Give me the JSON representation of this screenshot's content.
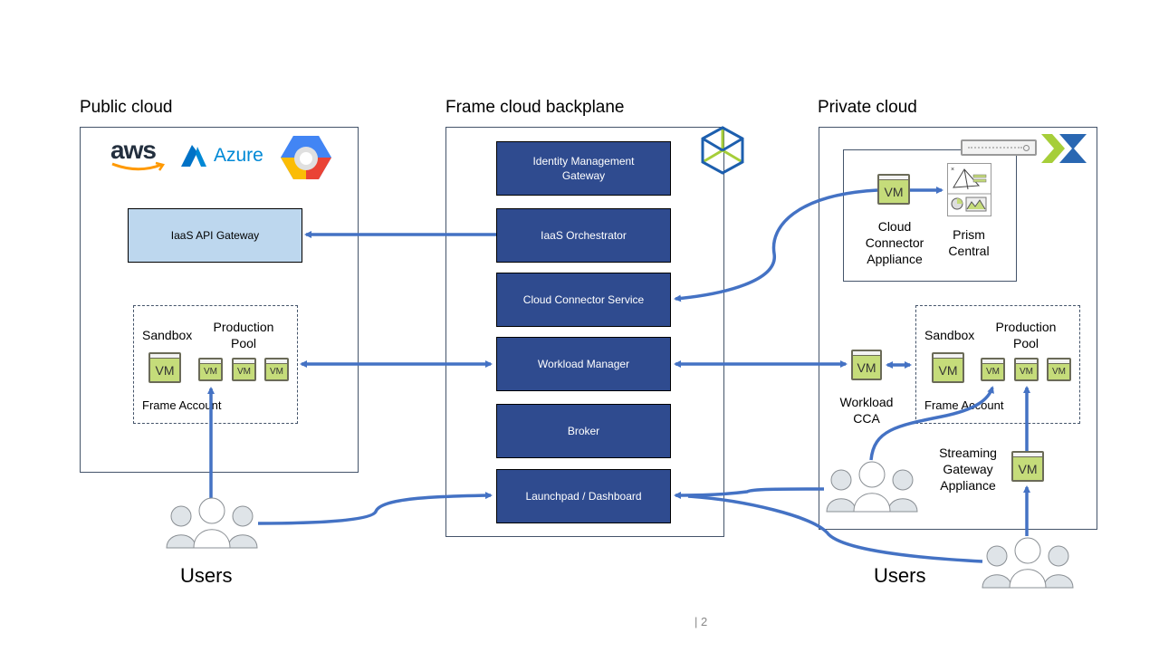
{
  "sections": {
    "public": "Public cloud",
    "backplane": "Frame cloud backplane",
    "private": "Private cloud"
  },
  "public_cloud": {
    "logos": {
      "aws": "aws",
      "azure": "Azure",
      "gcp": "gcp-logo"
    },
    "iaas_gateway": "IaaS API Gateway",
    "account": {
      "sandbox": "Sandbox",
      "production": "Production Pool",
      "frame_account": "Frame Account"
    }
  },
  "backplane_services": [
    "Identity Management Gateway",
    "IaaS Orchestrator",
    "Cloud Connector Service",
    "Workload Manager",
    "Broker",
    "Launchpad / Dashboard"
  ],
  "private_cloud": {
    "cca": "Cloud Connector Appliance",
    "prism": "Prism Central",
    "workload_cca": "Workload CCA",
    "account": {
      "sandbox": "Sandbox",
      "production": "Production Pool",
      "frame_account": "Frame Account"
    },
    "streaming_gateway": "Streaming Gateway Appliance"
  },
  "vm_label": "VM",
  "users_label": "Users",
  "page_number": "| 2",
  "colors": {
    "service": "#2f4b8f",
    "gateway": "#bdd7ee",
    "arrow": "#4472c4",
    "vm": "#c5dc7a"
  }
}
